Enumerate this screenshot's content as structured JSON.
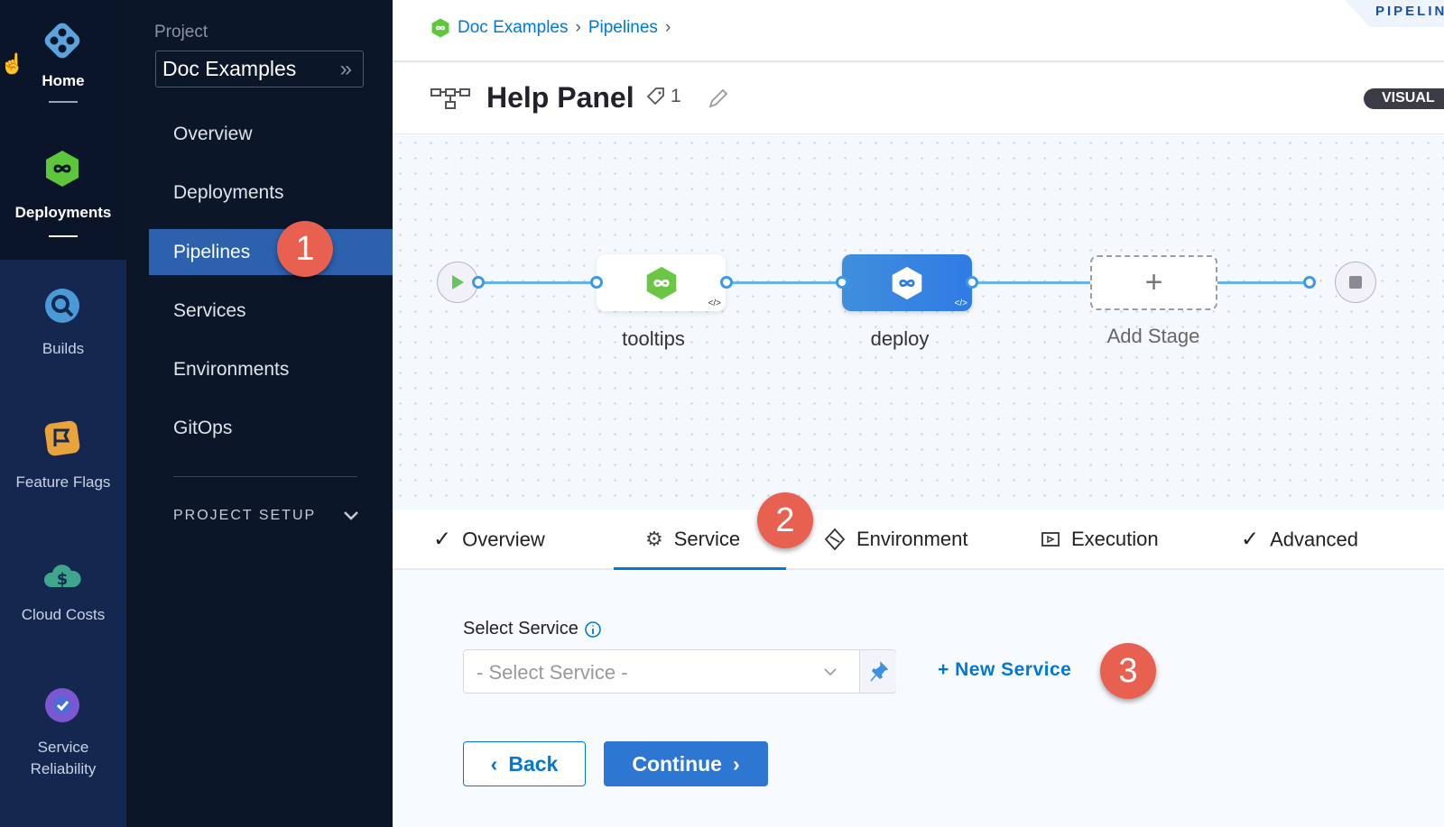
{
  "rail": {
    "items": [
      {
        "label": "Home",
        "icon": "harness-home-icon"
      },
      {
        "label": "Deployments",
        "icon": "deployments-icon"
      },
      {
        "label": "Builds",
        "icon": "builds-icon"
      },
      {
        "label": "Feature Flags",
        "icon": "feature-flags-icon"
      },
      {
        "label": "Cloud Costs",
        "icon": "cloud-costs-icon"
      },
      {
        "label": "Service",
        "label2": "Reliability",
        "icon": "service-reliability-icon"
      }
    ]
  },
  "nav": {
    "project_label": "Project",
    "project_name": "Doc Examples",
    "items": [
      "Overview",
      "Deployments",
      "Pipelines",
      "Services",
      "Environments",
      "GitOps"
    ],
    "section": "PROJECT SETUP",
    "active": "Pipelines"
  },
  "breadcrumb": [
    "Doc Examples",
    "Pipelines"
  ],
  "corner_tab": "PIPELIN",
  "header": {
    "title": "Help Panel",
    "tag_count": "1",
    "mode": "VISUAL"
  },
  "pipeline": {
    "stages": [
      {
        "name": "tooltips"
      },
      {
        "name": "deploy",
        "selected": true
      }
    ],
    "add_stage": "Add Stage"
  },
  "tabs": [
    {
      "label": "Overview",
      "icon": "check-icon"
    },
    {
      "label": "Service",
      "icon": "gear-icon",
      "active": true
    },
    {
      "label": "Environment",
      "icon": "environment-icon"
    },
    {
      "label": "Execution",
      "icon": "execution-icon"
    },
    {
      "label": "Advanced",
      "icon": "check-icon"
    }
  ],
  "form": {
    "label": "Select Service",
    "placeholder": "- Select Service -",
    "new_service": "+ New Service",
    "back": "Back",
    "continue": "Continue"
  },
  "callouts": [
    "1",
    "2",
    "3"
  ],
  "colors": {
    "accent": "#0278d5",
    "callout": "#e8604f",
    "active_nav": "#2b61ad"
  }
}
